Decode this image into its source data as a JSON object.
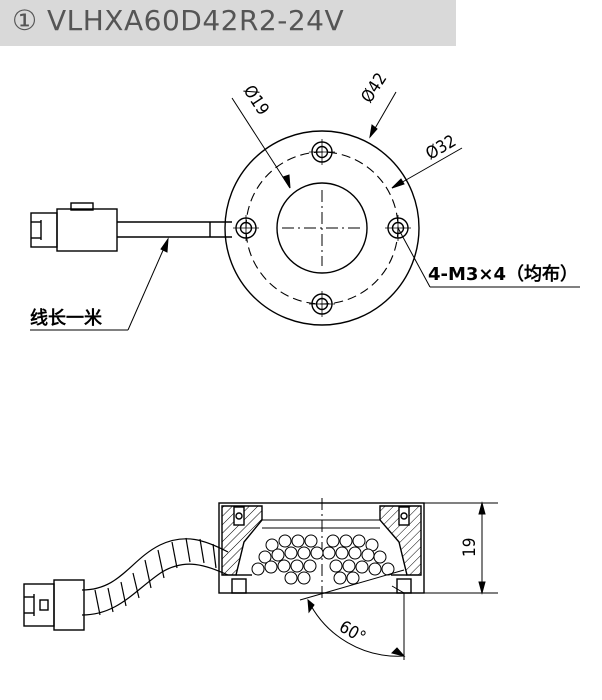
{
  "title": "① VLHXA60D42R2-24V",
  "top_view": {
    "dim_inner": "Ø19",
    "dim_outer": "Ø42",
    "dim_bolt_circle": "Ø32",
    "holes_note": "4-M3×4（均布）",
    "cable_note": "线长一米"
  },
  "side_view": {
    "height_dim": "19",
    "angle_dim": "60°"
  }
}
